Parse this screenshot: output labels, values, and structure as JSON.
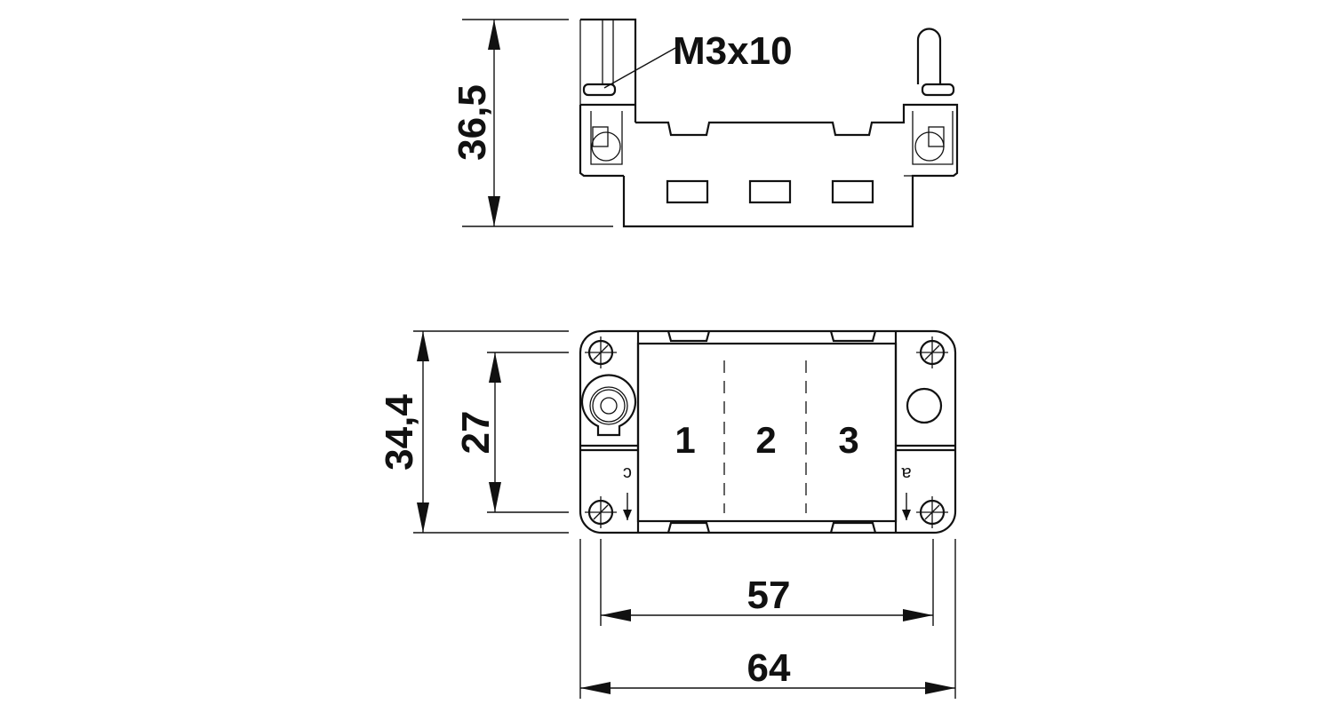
{
  "drawing": {
    "top_view": {
      "screw_callout": "M3x10",
      "height_dimension": "36,5"
    },
    "bottom_view": {
      "outer_height_dimension": "34,4",
      "inner_height_dimension": "27",
      "inner_width_dimension": "57",
      "outer_width_dimension": "64",
      "contact_numbers": [
        "1",
        "2",
        "3"
      ],
      "side_markers": [
        "c",
        "a"
      ]
    }
  }
}
